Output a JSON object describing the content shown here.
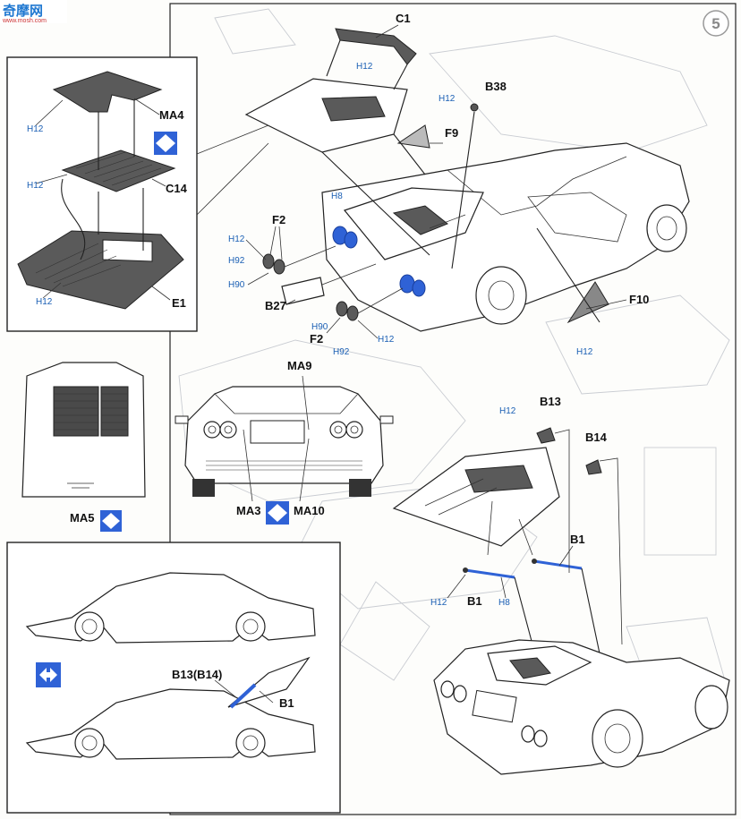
{
  "watermark": {
    "site": "奇摩网",
    "url": "www.mosh.com"
  },
  "step_number": "5",
  "labels": {
    "C1": "C1",
    "B38": "B38",
    "F9": "F9",
    "MA4": "MA4",
    "C14": "C14",
    "E1": "E1",
    "F2_top": "F2",
    "F2_bottom": "F2",
    "B27": "B27",
    "F10": "F10",
    "MA9": "MA9",
    "MA3": "MA3",
    "MA10": "MA10",
    "MA5": "MA5",
    "B13": "B13",
    "B14": "B14",
    "B1_right": "B1",
    "B1_left": "B1",
    "B13B14": "B13(B14)",
    "B1_side": "B1"
  },
  "paint_codes": {
    "h12": "H12",
    "h8": "H8",
    "h90": "H90",
    "h92": "H92"
  },
  "icons": [
    "decal-icon",
    "alternative-arrow-icon"
  ],
  "colors": {
    "paint_blue": "#2f62d6",
    "line": "#222222",
    "background": "#fdfdfb"
  }
}
